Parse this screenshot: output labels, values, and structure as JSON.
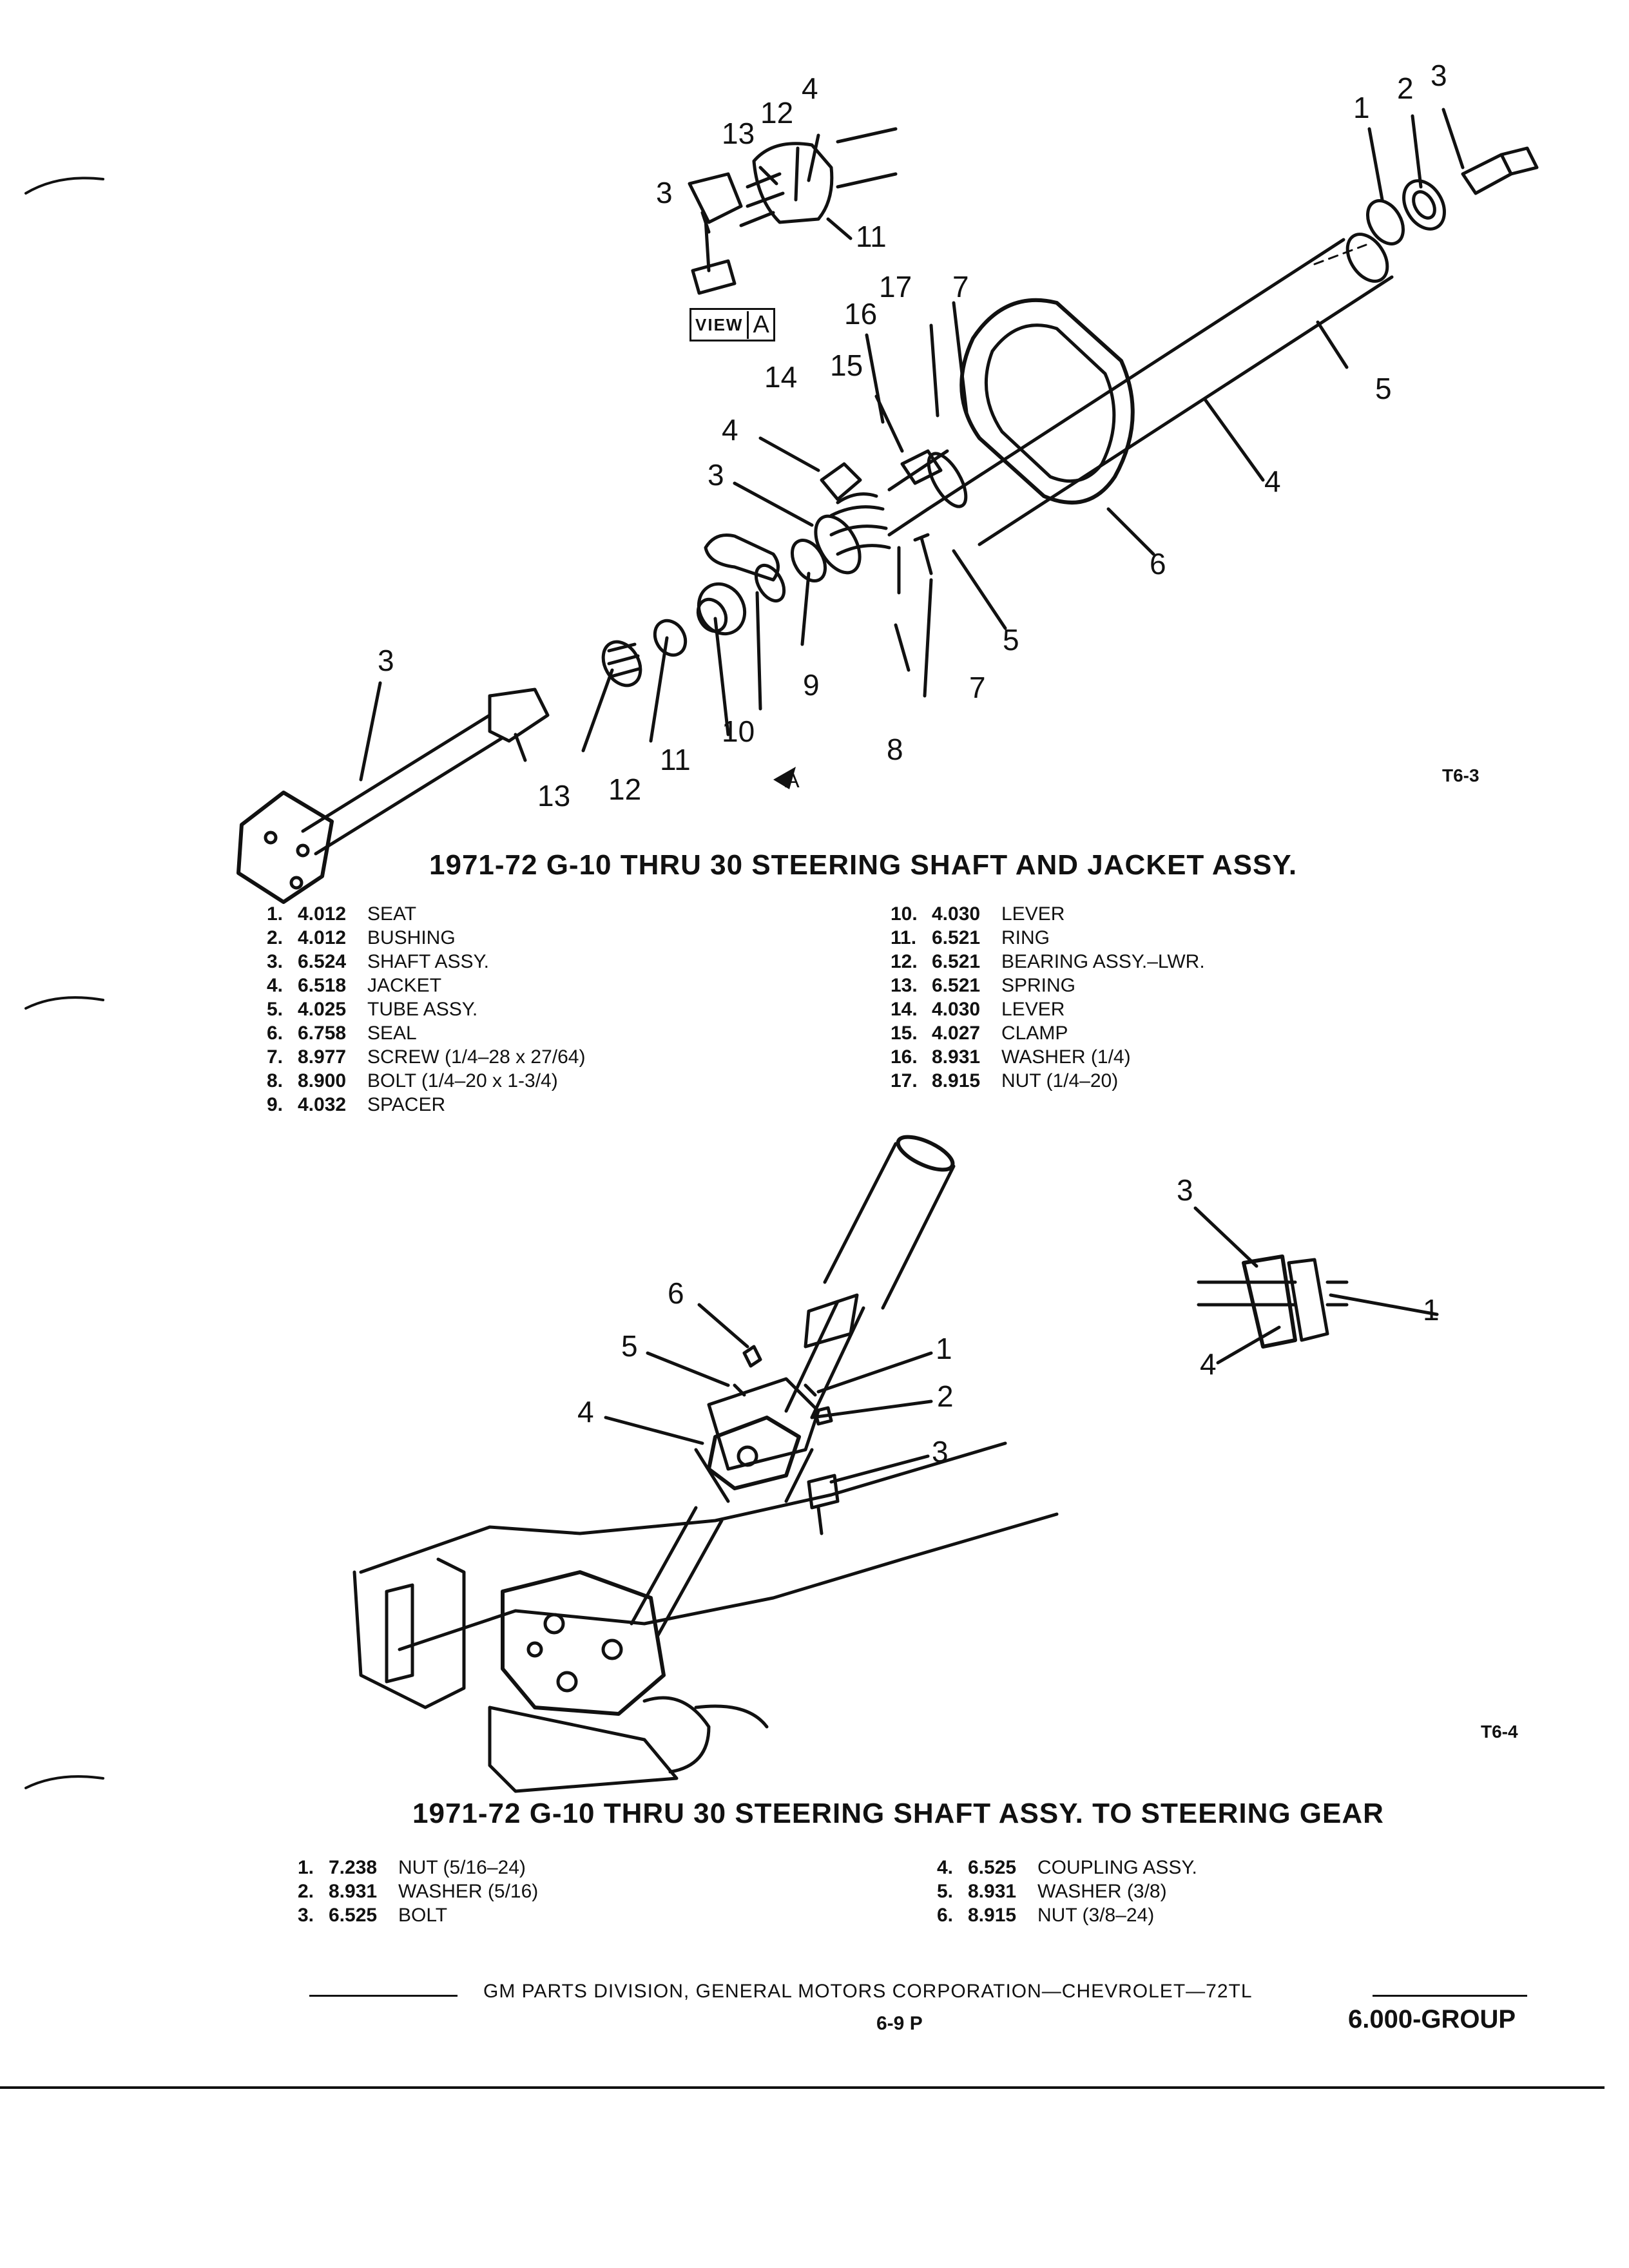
{
  "figure1": {
    "title": "1971-72  G-10 THRU 30 STEERING SHAFT AND JACKET ASSY.",
    "figure_id": "T6-3",
    "view_label": "VIEW",
    "view_letter": "A",
    "arrow_letter": "A",
    "callouts": [
      "1",
      "2",
      "3",
      "13",
      "12",
      "4",
      "3",
      "11",
      "17",
      "7",
      "16",
      "15",
      "14",
      "4",
      "3",
      "5",
      "4",
      "6",
      "5",
      "7",
      "9",
      "8",
      "10",
      "11",
      "12",
      "13",
      "3"
    ],
    "parts_left": [
      {
        "num": "1.",
        "code": "4.012",
        "desc": "SEAT"
      },
      {
        "num": "2.",
        "code": "4.012",
        "desc": "BUSHING"
      },
      {
        "num": "3.",
        "code": "6.524",
        "desc": "SHAFT ASSY."
      },
      {
        "num": "4.",
        "code": "6.518",
        "desc": "JACKET"
      },
      {
        "num": "5.",
        "code": "4.025",
        "desc": "TUBE  ASSY."
      },
      {
        "num": "6.",
        "code": "6.758",
        "desc": "SEAL"
      },
      {
        "num": "7.",
        "code": "8.977",
        "desc": "SCREW (1/4–28 x 27/64)"
      },
      {
        "num": "8.",
        "code": "8.900",
        "desc": "BOLT (1/4–20 x 1-3/4)"
      },
      {
        "num": "9.",
        "code": "4.032",
        "desc": "SPACER"
      }
    ],
    "parts_right": [
      {
        "num": "10.",
        "code": "4.030",
        "desc": "LEVER"
      },
      {
        "num": "11.",
        "code": "6.521",
        "desc": "RING"
      },
      {
        "num": "12.",
        "code": "6.521",
        "desc": "BEARING ASSY.–LWR."
      },
      {
        "num": "13.",
        "code": "6.521",
        "desc": "SPRING"
      },
      {
        "num": "14.",
        "code": "4.030",
        "desc": "LEVER"
      },
      {
        "num": "15.",
        "code": "4.027",
        "desc": "CLAMP"
      },
      {
        "num": "16.",
        "code": "8.931",
        "desc": "WASHER (1/4)"
      },
      {
        "num": "17.",
        "code": "8.915",
        "desc": "NUT (1/4–20)"
      }
    ]
  },
  "figure2": {
    "title": "1971-72  G-10 THRU 30 STEERING SHAFT ASSY. TO STEERING GEAR",
    "figure_id": "T6-4",
    "callouts": [
      "6",
      "5",
      "1",
      "2",
      "4",
      "3",
      "3",
      "1",
      "4"
    ],
    "parts_left": [
      {
        "num": "1.",
        "code": "7.238",
        "desc": "NUT  (5/16–24)"
      },
      {
        "num": "2.",
        "code": "8.931",
        "desc": "WASHER  (5/16)"
      },
      {
        "num": "3.",
        "code": "6.525",
        "desc": "BOLT"
      }
    ],
    "parts_right": [
      {
        "num": "4.",
        "code": "6.525",
        "desc": "COUPLING ASSY."
      },
      {
        "num": "5.",
        "code": "8.931",
        "desc": "WASHER (3/8)"
      },
      {
        "num": "6.",
        "code": "8.915",
        "desc": "NUT (3/8–24)"
      }
    ]
  },
  "footer": {
    "publisher": "GM PARTS DIVISION, GENERAL MOTORS CORPORATION—CHEVROLET—72TL",
    "page": "6-9  P",
    "group": "6.000-GROUP"
  }
}
